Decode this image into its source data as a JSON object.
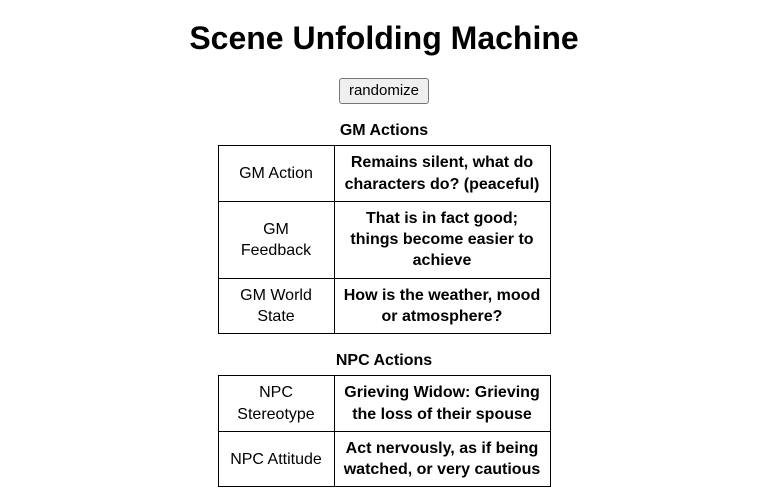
{
  "page": {
    "title": "Scene Unfolding Machine"
  },
  "controls": {
    "randomize_label": "randomize"
  },
  "sections": [
    {
      "heading": "GM Actions",
      "rows": [
        {
          "key": "GM Action",
          "value": "Remains silent, what do characters do? (peaceful)"
        },
        {
          "key": "GM Feedback",
          "value": "That is in fact good; things become easier to achieve"
        },
        {
          "key": "GM World State",
          "value": "How is the weather, mood or atmosphere?"
        }
      ]
    },
    {
      "heading": "NPC Actions",
      "rows": [
        {
          "key": "NPC Stereotype",
          "value": "Grieving Widow: Grieving the loss of their spouse"
        },
        {
          "key": "NPC Attitude",
          "value": "Act nervously, as if being watched, or very cautious"
        }
      ]
    }
  ],
  "colors": {
    "text": "#000000",
    "background": "#ffffff",
    "border": "#000000",
    "button_face": "#efefef",
    "button_border": "#767676"
  }
}
